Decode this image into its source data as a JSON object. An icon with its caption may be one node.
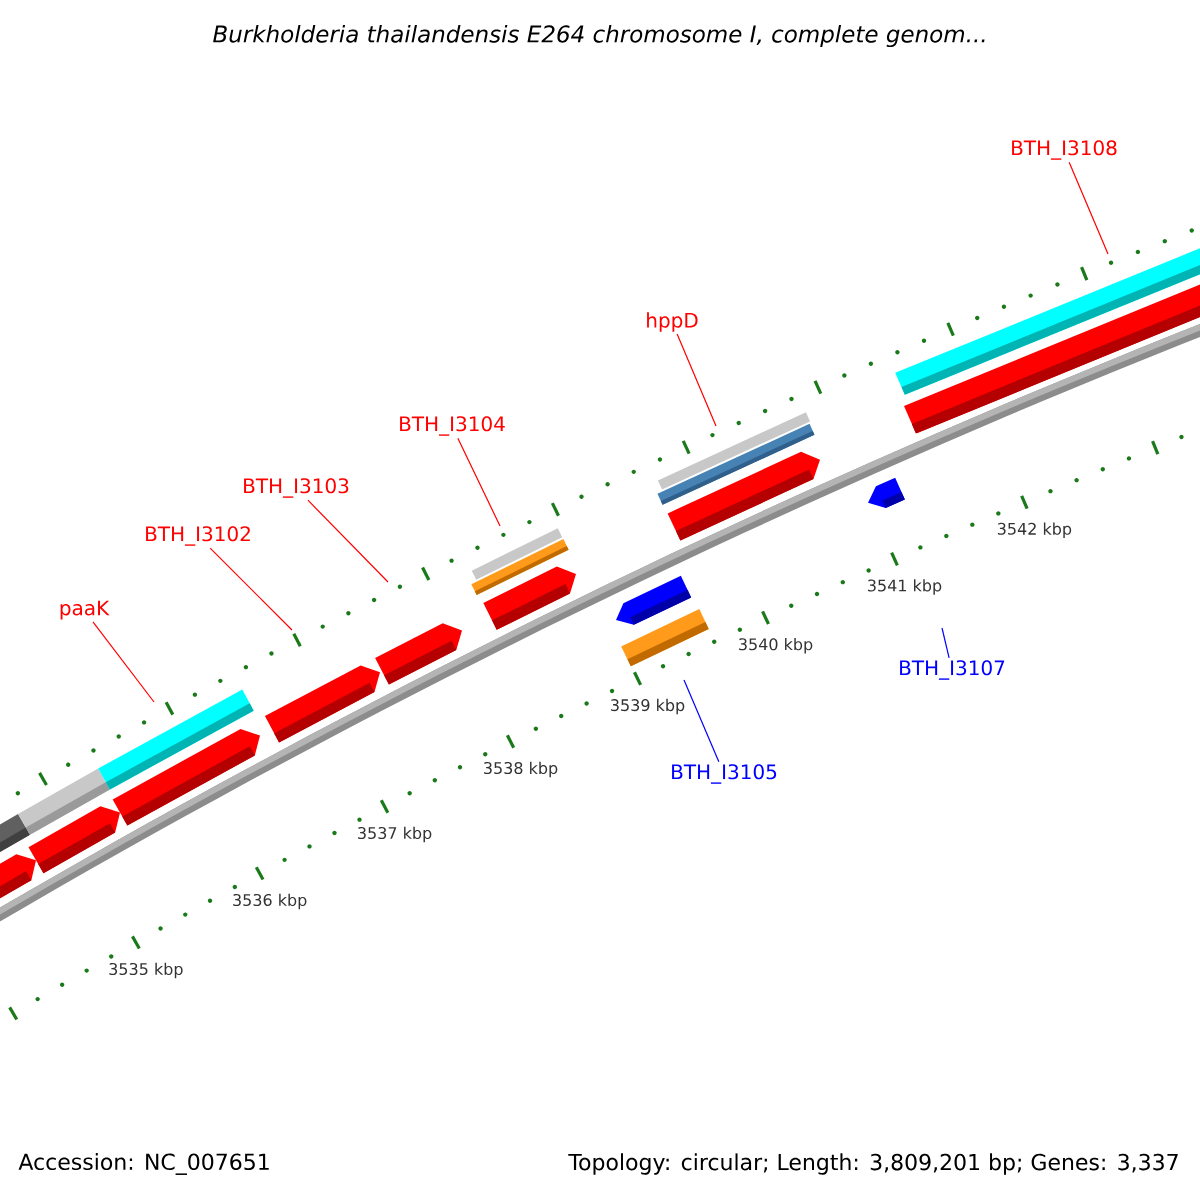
{
  "diagram": {
    "title": "Burkholderia thailandensis E264 chromosome I, complete genom...",
    "nodes": [
      {
        "text": [
          "paaK"
        ]
      },
      {
        "text": [
          "BTH_I3102"
        ]
      },
      {
        "text": [
          "BTH_I3103"
        ]
      },
      {
        "text": [
          "BTH_I3104"
        ]
      },
      {
        "text": [
          "hppD"
        ]
      },
      {
        "text": [
          "BTH_I3108"
        ]
      },
      {
        "text": [
          "BTH_I3105"
        ]
      },
      {
        "text": [
          "BTH_I3107"
        ]
      }
    ],
    "edges": [
      {
        "from": 0,
        "to": null,
        "arrow": "none"
      },
      {
        "from": 1,
        "to": null,
        "arrow": "none"
      },
      {
        "from": 2,
        "to": null,
        "arrow": "none"
      },
      {
        "from": 3,
        "to": null,
        "arrow": "none"
      },
      {
        "from": 4,
        "to": null,
        "arrow": "none"
      },
      {
        "from": 5,
        "to": null,
        "arrow": "none"
      },
      {
        "from": 6,
        "to": null,
        "arrow": "none",
        "color": "#0000ff"
      },
      {
        "from": 7,
        "to": null,
        "arrow": "none",
        "color": "#0000ff"
      }
    ],
    "labels": [
      "3535 kbp",
      "3536 kbp",
      "3537 kbp",
      "3538 kbp",
      "3539 kbp",
      "3540 kbp",
      "3541 kbp",
      "3542 kbp",
      "Accession: NC_007651",
      "Topology: circular; Length: 3,809,201 bp; Genes: 3,337"
    ]
  }
}
